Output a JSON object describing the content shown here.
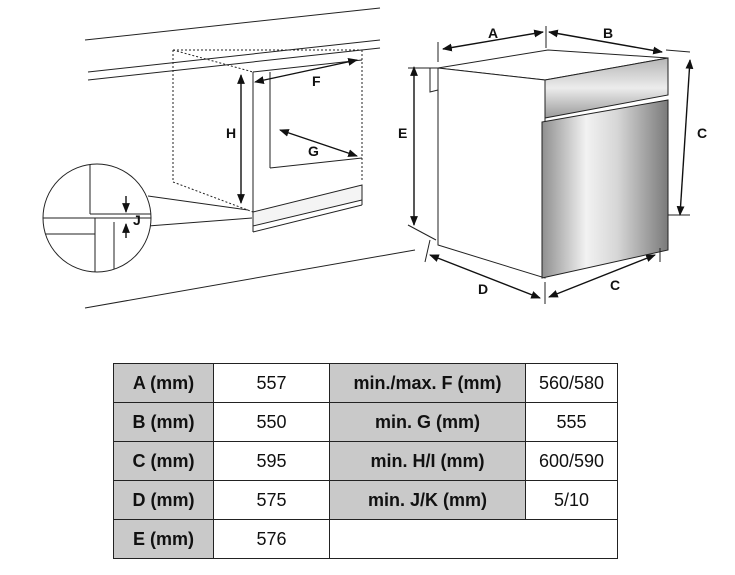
{
  "diagram": {
    "labels": {
      "A": "A",
      "B": "B",
      "C_right": "C",
      "C_bottom": "C",
      "D": "D",
      "E": "E",
      "F": "F",
      "G": "G",
      "H": "H",
      "J": "J"
    }
  },
  "table": {
    "rows": [
      {
        "label_left": "A (mm)",
        "value_left": "557",
        "label_right": "min./max. F (mm)",
        "value_right": "560/580"
      },
      {
        "label_left": "B (mm)",
        "value_left": "550",
        "label_right": "min. G (mm)",
        "value_right": "555"
      },
      {
        "label_left": "C (mm)",
        "value_left": "595",
        "label_right": "min. H/I (mm)",
        "value_right": "600/590"
      },
      {
        "label_left": "D (mm)",
        "value_left": "575",
        "label_right": "min. J/K (mm)",
        "value_right": "5/10"
      },
      {
        "label_left": "E (mm)",
        "value_left": "576",
        "label_right": "",
        "value_right": ""
      }
    ]
  }
}
